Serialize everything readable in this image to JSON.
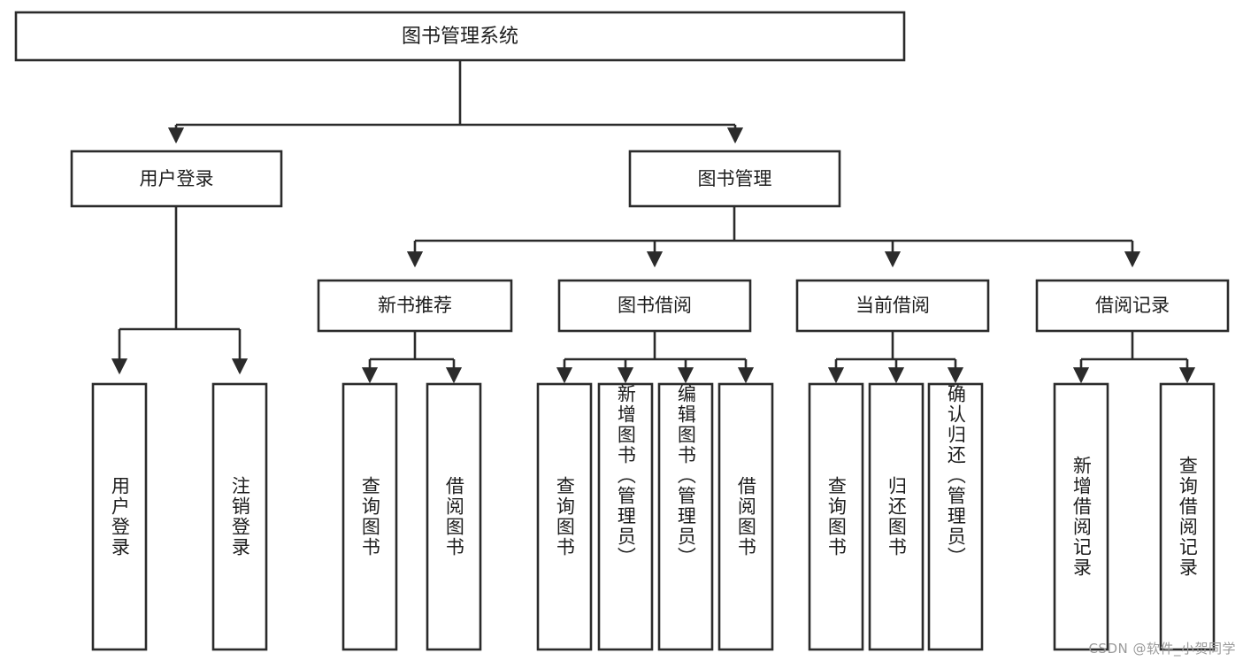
{
  "diagram": {
    "title": "图书管理系统",
    "type": "tree",
    "orientation": "top-down",
    "colors": {
      "box_stroke": "#2b2b2b",
      "box_fill": "#ffffff",
      "connector": "#2b2b2b",
      "text": "#1d1d1d",
      "background": "#ffffff",
      "watermark": "#9a9a9a"
    },
    "root": {
      "label": "图书管理系统"
    },
    "level1": [
      {
        "label": "用户登录"
      },
      {
        "label": "图书管理"
      }
    ],
    "level2": [
      {
        "label": "新书推荐"
      },
      {
        "label": "图书借阅"
      },
      {
        "label": "当前借阅"
      },
      {
        "label": "借阅记录"
      }
    ],
    "leaves": {
      "user_login": [
        {
          "label": "用户登录"
        },
        {
          "label": "注销登录"
        }
      ],
      "new_book_recommend": [
        {
          "label": "查询图书"
        },
        {
          "label": "借阅图书"
        }
      ],
      "book_borrow": [
        {
          "label": "查询图书"
        },
        {
          "label": "新增图书（管理员）"
        },
        {
          "label": "编辑图书（管理员）"
        },
        {
          "label": "借阅图书"
        }
      ],
      "current_borrow": [
        {
          "label": "查询图书"
        },
        {
          "label": "归还图书"
        },
        {
          "label": "确认归还（管理员）"
        }
      ],
      "borrow_record": [
        {
          "label": "新增借阅记录"
        },
        {
          "label": "查询借阅记录"
        }
      ]
    }
  },
  "watermark": {
    "text": "CSDN @软件_小贺同学"
  }
}
